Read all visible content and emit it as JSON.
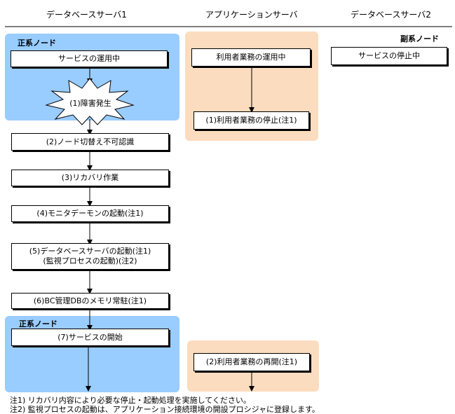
{
  "columns": {
    "db1": "データベースサーバ1",
    "app": "アプリケーションサーバ",
    "db2": "データベースサーバ2"
  },
  "nodes": {
    "primary_top": "正系ノード",
    "primary_bottom": "正系ノード",
    "secondary": "副系ノード"
  },
  "db1_steps": {
    "service_running": "サービスの運用中",
    "failure": "(1)障害発生",
    "switch_fail": "(2)ノード切替え不可認識",
    "recovery": "(3)リカバリ作業",
    "monitor_daemon": "(4)モニタデーモンの起動(注1)",
    "db_start_line1": "(5)データベースサーバの起動(注1)",
    "db_start_line2": "(監視プロセスの起動)(注2)",
    "bc_memory": "(6)BC管理DBのメモリ常駐(注1)",
    "service_start": "(7)サービスの開始"
  },
  "app_steps": {
    "business_running": "利用者業務の運用中",
    "business_stop": "(1)利用者業務の停止(注1)",
    "business_resume": "(2)利用者業務の再開(注1)"
  },
  "db2_steps": {
    "service_stopped": "サービスの停止中"
  },
  "notes": {
    "note1": "注1) リカバリ内容により必要な停止・起動処理を実施してください。",
    "note2": "注2) 監視プロセスの起動は、アプリケーション接続環境の開設プロシジャに登録します。"
  }
}
